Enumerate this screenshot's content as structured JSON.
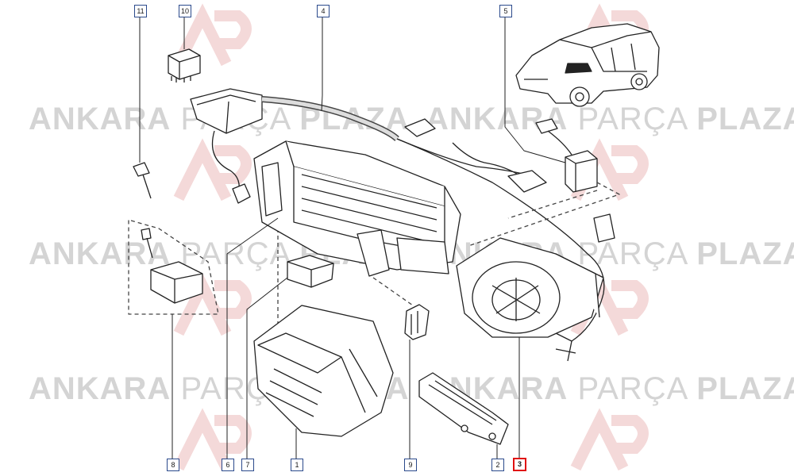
{
  "watermark": {
    "brand_bold_1": "ANKARA",
    "brand_light": "PARÇA",
    "brand_bold_2": "PLAZA"
  },
  "callouts": [
    "1",
    "2",
    "3",
    "4",
    "5",
    "6",
    "7",
    "8",
    "9",
    "10",
    "11"
  ],
  "highlighted_callout": "3",
  "colors": {
    "callout_border": "#2b4a8c",
    "highlight": "#e01010",
    "watermark": "#d4d4d4",
    "line": "#222222"
  }
}
